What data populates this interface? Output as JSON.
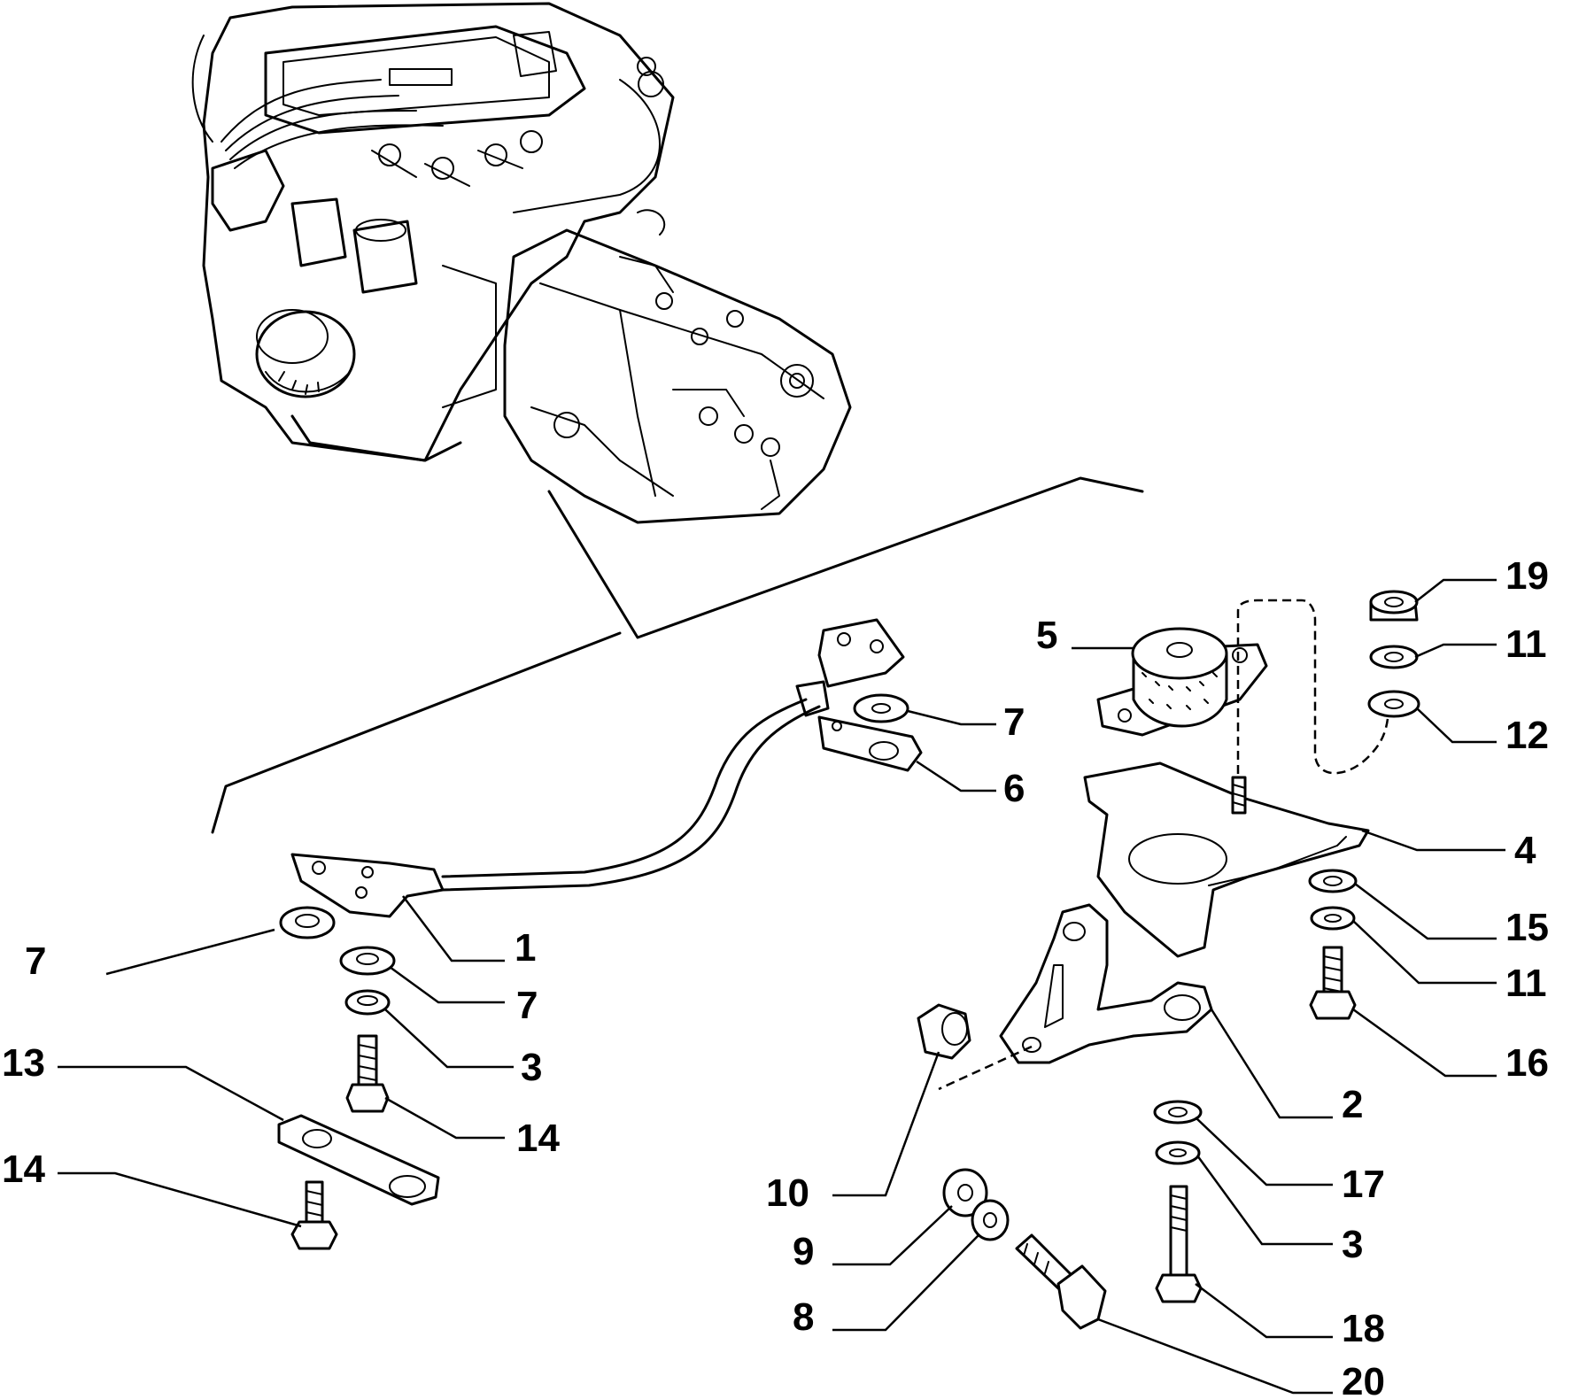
{
  "callouts": [
    {
      "id": "c1",
      "text": "1"
    },
    {
      "id": "c2",
      "text": "2"
    },
    {
      "id": "c3a",
      "text": "3"
    },
    {
      "id": "c3b",
      "text": "3"
    },
    {
      "id": "c4",
      "text": "4"
    },
    {
      "id": "c5",
      "text": "5"
    },
    {
      "id": "c6",
      "text": "6"
    },
    {
      "id": "c7a",
      "text": "7"
    },
    {
      "id": "c7b",
      "text": "7"
    },
    {
      "id": "c7c",
      "text": "7"
    },
    {
      "id": "c8",
      "text": "8"
    },
    {
      "id": "c9",
      "text": "9"
    },
    {
      "id": "c10",
      "text": "10"
    },
    {
      "id": "c11a",
      "text": "11"
    },
    {
      "id": "c11b",
      "text": "11"
    },
    {
      "id": "c12",
      "text": "12"
    },
    {
      "id": "c13",
      "text": "13"
    },
    {
      "id": "c14a",
      "text": "14"
    },
    {
      "id": "c14b",
      "text": "14"
    },
    {
      "id": "c15",
      "text": "15"
    },
    {
      "id": "c16",
      "text": "16"
    },
    {
      "id": "c17",
      "text": "17"
    },
    {
      "id": "c18",
      "text": "18"
    },
    {
      "id": "c19",
      "text": "19"
    },
    {
      "id": "c20",
      "text": "20"
    }
  ]
}
